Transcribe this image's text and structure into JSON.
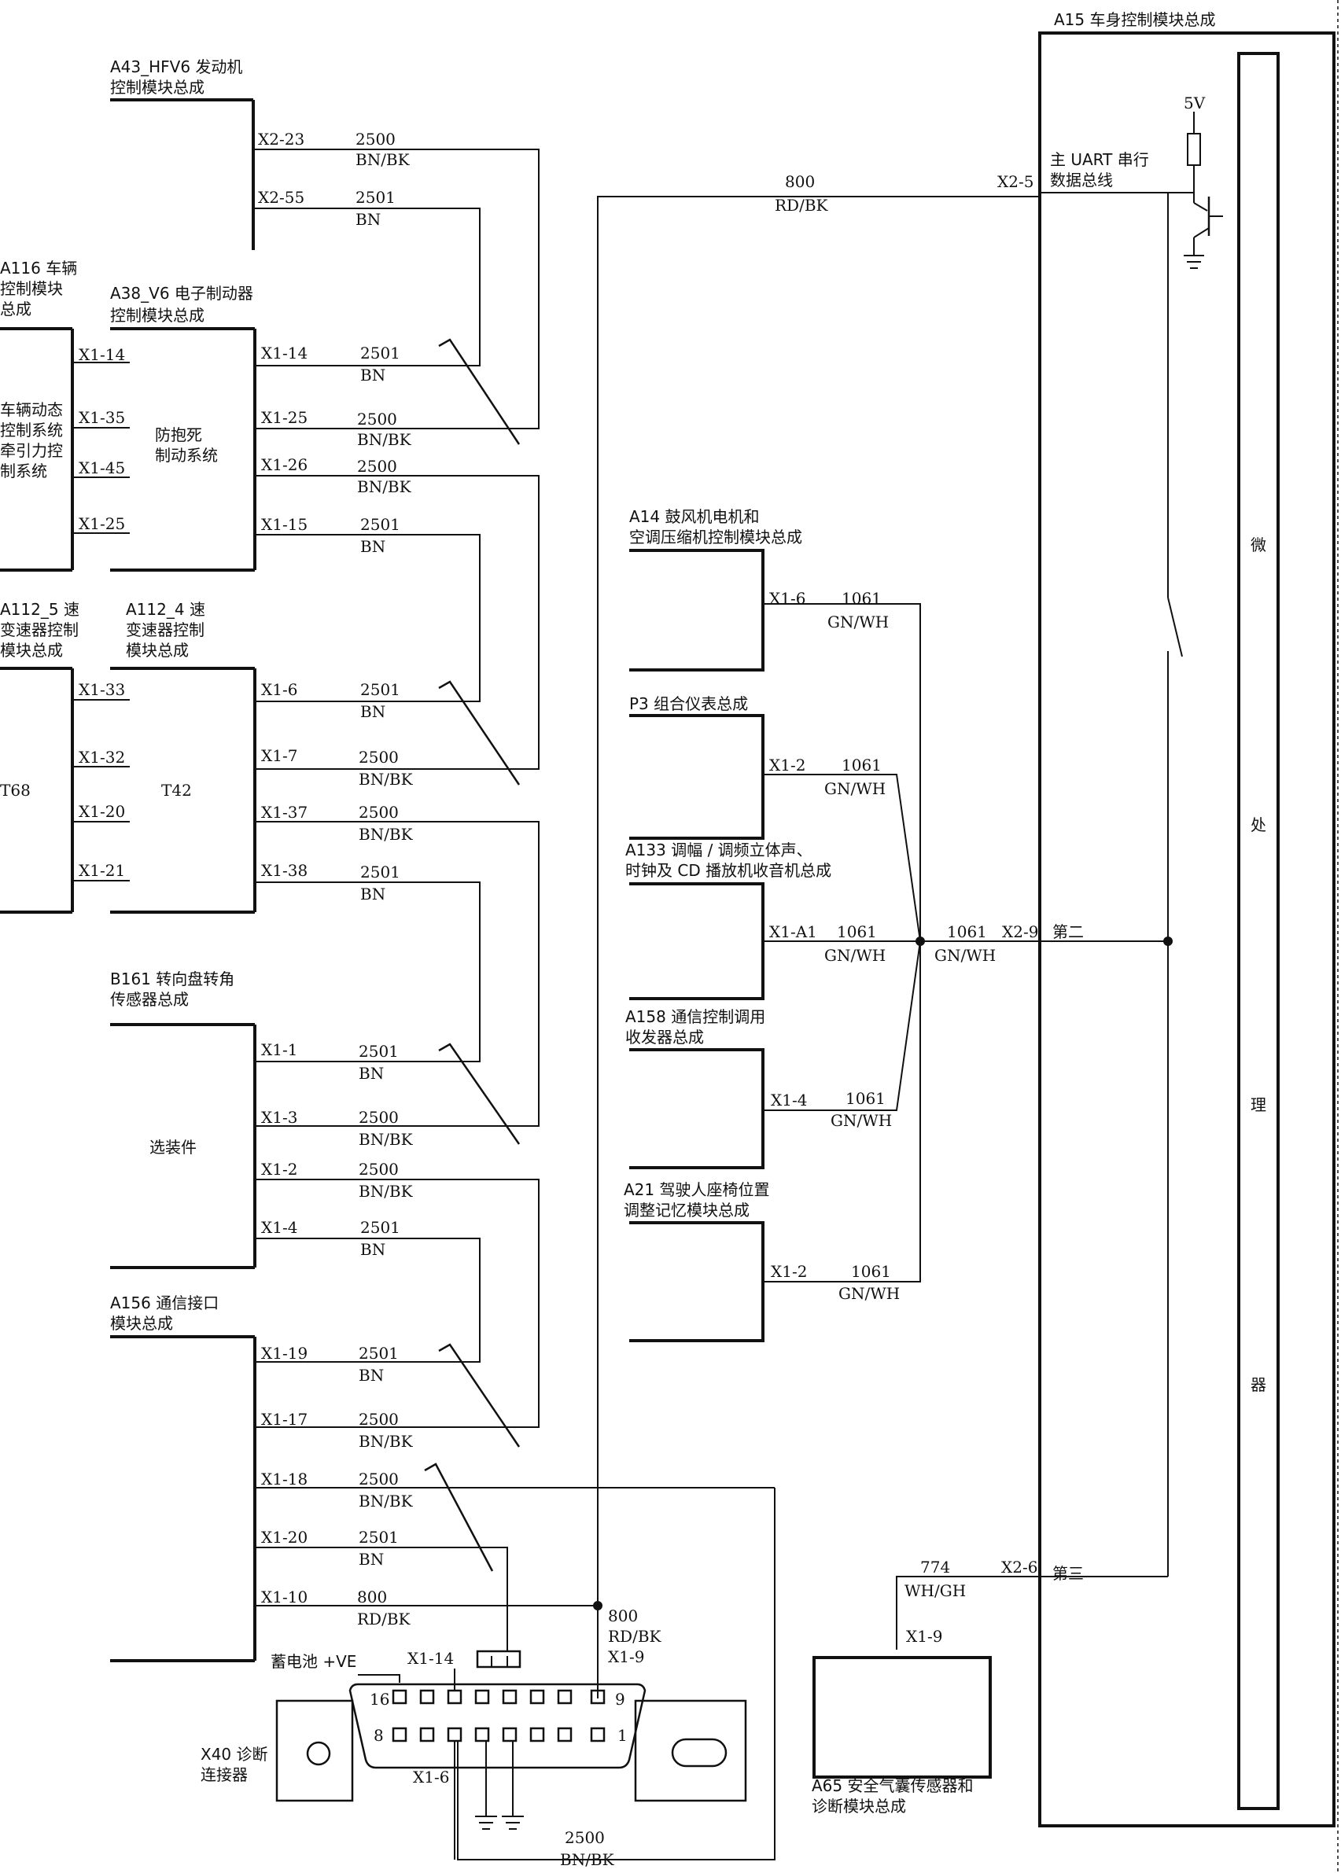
{
  "modules": {
    "a43": [
      "A43_HFV6 发动机",
      "控制模块总成"
    ],
    "a116": [
      "A116 车辆",
      "控制模块",
      "总成"
    ],
    "a116_inner": [
      "车辆动态",
      "控制系统",
      "牵引力控",
      "制系统"
    ],
    "a38": [
      "A38_V6 电子制动器",
      "控制模块总成"
    ],
    "a38_inner": [
      "防抱死",
      "制动系统"
    ],
    "a112_5": [
      "A112_5 速",
      "变速器控制",
      "模块总成"
    ],
    "a112_4": [
      "A112_4 速",
      "变速器控制",
      "模块总成"
    ],
    "t68": "T68",
    "t42": "T42",
    "b161": [
      "B161 转向盘转角",
      "传感器总成"
    ],
    "b161_inner": "选装件",
    "a156": [
      "A156 通信接口",
      "模块总成"
    ],
    "a14": [
      "A14 鼓风机电机和",
      "空调压缩机控制模块总成"
    ],
    "p3": "P3 组合仪表总成",
    "a133": [
      "A133 调幅 / 调频立体声、",
      "时钟及 CD 播放机收音机总成"
    ],
    "a158": [
      "A158 通信控制调用",
      "收发器总成"
    ],
    "a21": [
      "A21 驾驶人座椅位置",
      "调整记忆模块总成"
    ],
    "a15": "A15 车身控制模块总成",
    "a15_uart": [
      "主 UART 串行",
      "数据总线"
    ],
    "a15_second": "第二",
    "a15_third": "第三",
    "micro": [
      "微",
      "处",
      "理",
      "器"
    ],
    "a65": [
      "A65 安全气囊传感器和",
      "诊断模块总成"
    ],
    "x40": [
      "X40 诊断",
      "连接器"
    ],
    "battery": "蓄电池 +VE",
    "supply": "5V"
  },
  "pins": {
    "a43_1": "X2-23",
    "a43_2": "X2-55",
    "a116_1": "X1-14",
    "a116_2": "X1-35",
    "a116_3": "X1-45",
    "a116_4": "X1-25",
    "a38_1": "X1-14",
    "a38_2": "X1-25",
    "a38_3": "X1-26",
    "a38_4": "X1-15",
    "a112_5_1": "X1-33",
    "a112_5_2": "X1-32",
    "a112_5_3": "X1-20",
    "a112_5_4": "X1-21",
    "a112_4_1": "X1-6",
    "a112_4_2": "X1-7",
    "a112_4_3": "X1-37",
    "a112_4_4": "X1-38",
    "b161_1": "X1-1",
    "b161_2": "X1-3",
    "b161_3": "X1-2",
    "b161_4": "X1-4",
    "a156_1": "X1-19",
    "a156_2": "X1-17",
    "a156_3": "X1-18",
    "a156_4": "X1-20",
    "a156_5": "X1-10",
    "a14": "X1-6",
    "p3": "X1-2",
    "a133": "X1-A1",
    "a158": "X1-4",
    "a21": "X1-2",
    "a15_uart": "X2-5",
    "a15_second": "X2-9",
    "a15_third": "X2-6",
    "a65": "X1-9",
    "x40_14": "X1-14",
    "x40_9": "X1-9",
    "x40_6": "X1-6",
    "dlc_16": "16",
    "dlc_9": "9",
    "dlc_8": "8",
    "dlc_1": "1"
  },
  "wires": {
    "c2500": "2500",
    "c2501": "2501",
    "c800": "800",
    "c1061": "1061",
    "c774": "774",
    "bnbk": "BN/BK",
    "bn": "BN",
    "rdbk": "RD/BK",
    "gnwh": "GN/WH",
    "whgh": "WH/GH"
  }
}
